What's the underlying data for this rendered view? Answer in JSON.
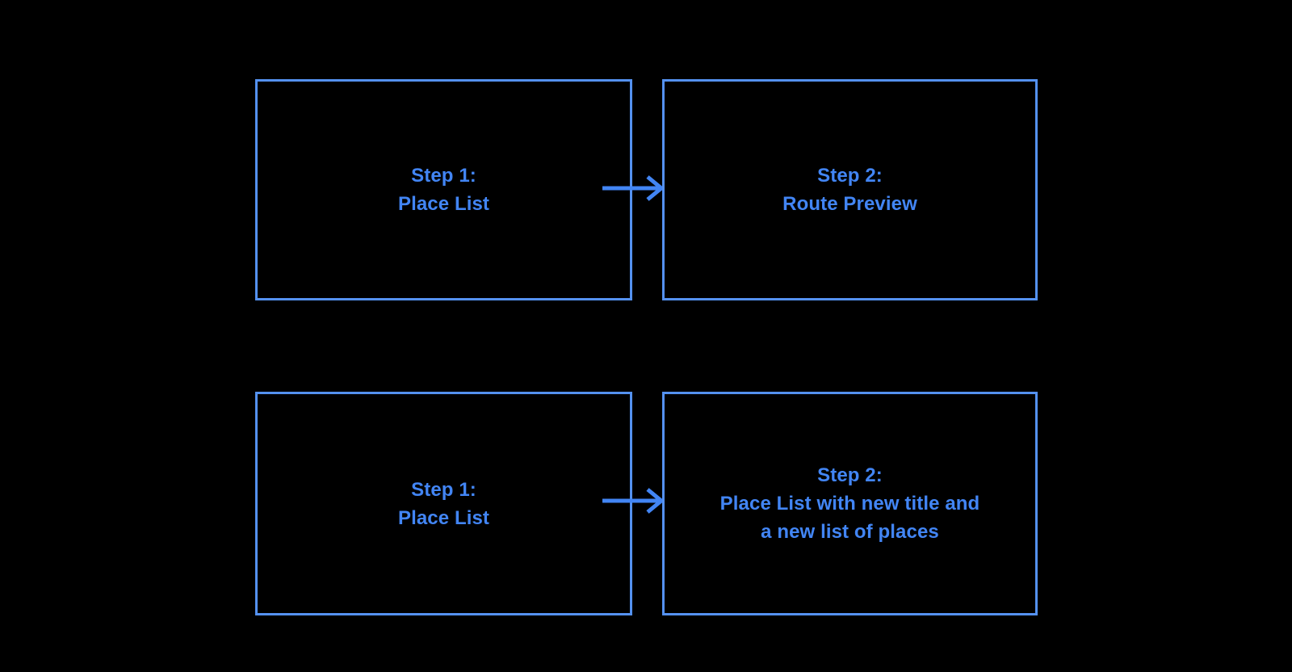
{
  "diagram": {
    "background_color": "#000000",
    "accent_color": "#4285f4",
    "border_color": "#5491f0",
    "rows": [
      {
        "id": "row-1",
        "nodes": [
          {
            "id": "r1c1",
            "label": "Step 1:\nPlace List"
          },
          {
            "id": "r1c2",
            "label": "Step 2:\nRoute Preview"
          }
        ],
        "connector": {
          "id": "row-1-arrow",
          "kind": "arrow-right"
        }
      },
      {
        "id": "row-2",
        "nodes": [
          {
            "id": "r2c1",
            "label": "Step 1:\nPlace List"
          },
          {
            "id": "r2c2",
            "label": "Step 2:\nPlace List with new title and\na new list of places"
          }
        ],
        "connector": {
          "id": "row-2-arrow",
          "kind": "arrow-right"
        }
      }
    ]
  }
}
